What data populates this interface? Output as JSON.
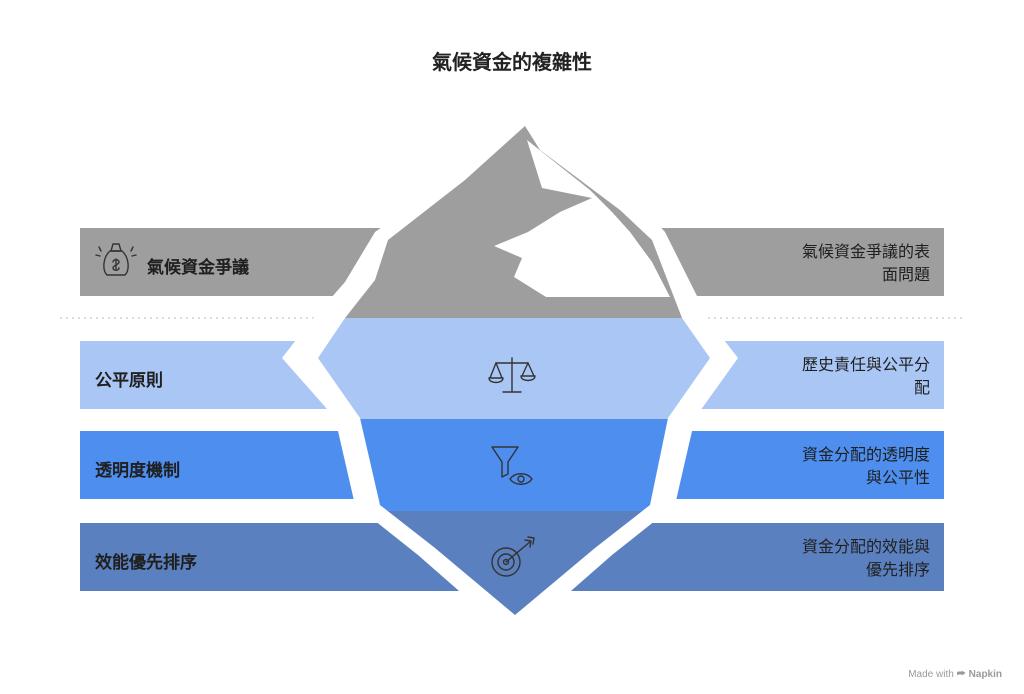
{
  "title": "氣候資金的複雜性",
  "layers": [
    {
      "left_label": "氣候資金爭議",
      "right_label": "氣候資金爭議的表面問題",
      "right_lines": [
        "氣候資金爭議的表",
        "面問題"
      ],
      "color": "#9e9e9e",
      "icon": "money-bag-icon"
    },
    {
      "left_label": "公平原則",
      "right_label": "歷史責任與公平分配",
      "right_lines": [
        "歷史責任與公平分",
        "配"
      ],
      "color": "#a9c6f5",
      "icon": "scales-icon"
    },
    {
      "left_label": "透明度機制",
      "right_label": "資金分配的透明度與公平性",
      "right_lines": [
        "資金分配的透明度",
        "與公平性"
      ],
      "color": "#4d8eee",
      "icon": "funnel-eye-icon"
    },
    {
      "left_label": "效能優先排序",
      "right_label": "資金分配的效能與優先排序",
      "right_lines": [
        "資金分配的效能與",
        "優先排序"
      ],
      "color": "#5b80c0",
      "icon": "target-arrow-icon"
    }
  ],
  "footer": {
    "text": "Made with",
    "brand": "Napkin"
  }
}
